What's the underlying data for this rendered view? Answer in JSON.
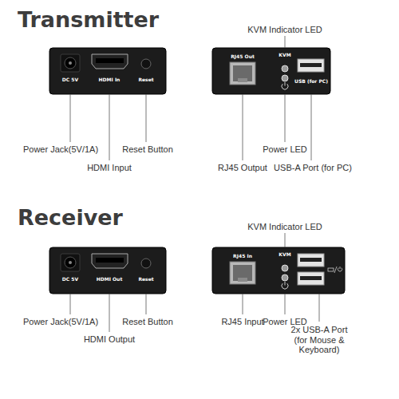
{
  "diagram": {
    "labels": [
      "Transmitter",
      "DC 5V",
      "HDMI In",
      "Reset",
      "Power Jack(5V/1A)",
      "Reset Button",
      "HDMI Input",
      "KVM Indicator LED",
      "RJ45 Out",
      "KVM",
      "USB (for PC)",
      "RJ45 Output",
      "Power LED",
      "USB-A Port (for PC)",
      "Receiver",
      "DC 5V",
      "HDMI Out",
      "Reset",
      "Power Jack(5V/1A)",
      "Reset Button",
      "HDMI Output",
      "KVM Indicator LED",
      "RJ45 In",
      "KVM",
      "RJ45 Input",
      "Power LED",
      "2x USB-A Port (for Mouse & Keyboard)"
    ]
  }
}
